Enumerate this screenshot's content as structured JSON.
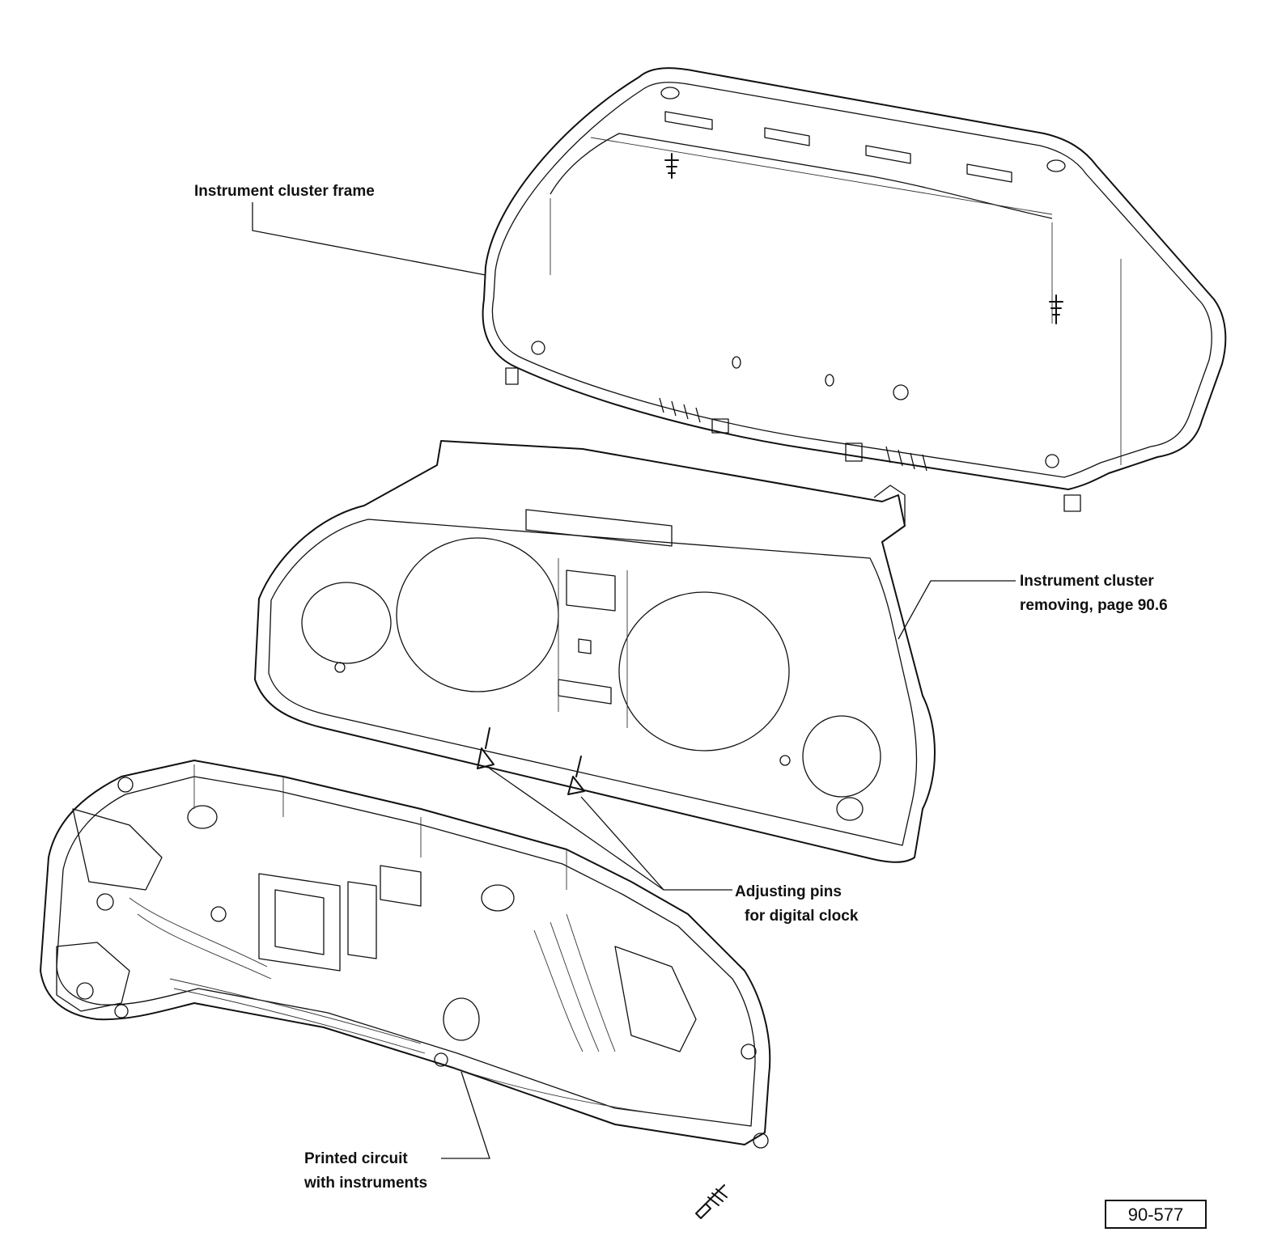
{
  "labels": {
    "frame": "Instrument cluster frame",
    "removing_line1": "Instrument cluster",
    "removing_line2": "removing, page 90.6",
    "pins_line1": "Adjusting pins",
    "pins_line2": "for digital clock",
    "circuit_line1": "Printed circuit",
    "circuit_line2": "with instruments"
  },
  "figure_number": "90-577"
}
